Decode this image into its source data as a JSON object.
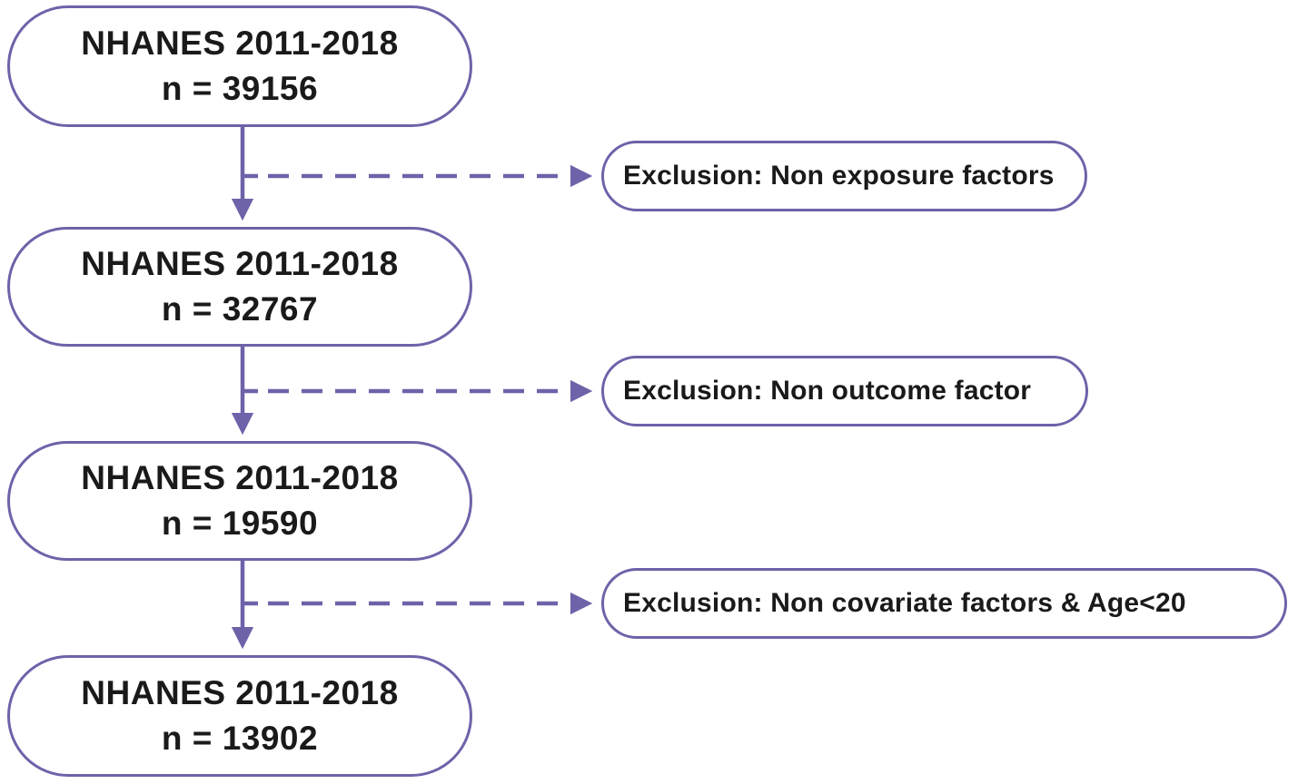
{
  "palette": {
    "accent_purple": "#6E62A9",
    "text_black": "#1A1A1A",
    "background": "#FFFFFF"
  },
  "flow": {
    "nodes": [
      {
        "id": "stage-1",
        "line1": "NHANES 2011-2018",
        "line2": "n = 39156"
      },
      {
        "id": "stage-2",
        "line1": "NHANES 2011-2018",
        "line2": "n = 32767"
      },
      {
        "id": "stage-3",
        "line1": "NHANES 2011-2018",
        "line2": "n = 19590"
      },
      {
        "id": "stage-4",
        "line1": "NHANES 2011-2018",
        "line2": "n = 13902"
      }
    ],
    "exclusions": [
      {
        "id": "exclusion-1",
        "label": "Exclusion: Non exposure factors"
      },
      {
        "id": "exclusion-2",
        "label": "Exclusion: Non outcome factor"
      },
      {
        "id": "exclusion-3",
        "label": "Exclusion: Non covariate factors & Age<20"
      }
    ]
  }
}
